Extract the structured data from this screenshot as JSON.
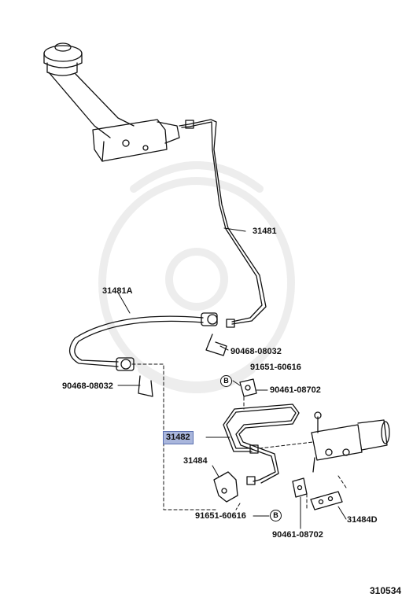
{
  "diagram": {
    "catalog_number": "310534",
    "highlighted_part": "31482",
    "callouts": {
      "master_cylinder_tube": "31481",
      "flexible_hose": "31481A",
      "clip_upper": "90468-08032",
      "clip_left": "90468-08032",
      "bolt_upper": "91651-60616",
      "bracket_upper": "90461-08702",
      "release_tube": "31482",
      "bracket_3": "31484",
      "bolt_lower": "91651-60616",
      "bracket_lower": "90461-08702",
      "bracket_4": "31484D"
    },
    "bolt_marker_letter": "B"
  }
}
